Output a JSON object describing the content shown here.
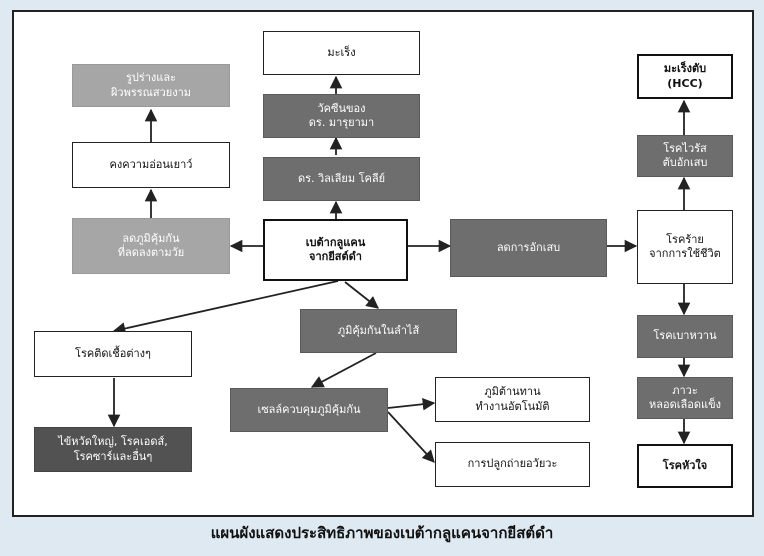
{
  "nodes": {
    "center": "เบต้ากลูแคน\nจากยีสต์ดำ",
    "reduce_inflammation": "ลดการอักเสบ",
    "vitiligo_skin": "ลดภูมิคุ้มกัน\nที่ลดลงตามวัย",
    "youthful": "คงความอ่อนเยาว์",
    "smooth_skin": "รูปร่างและ\nผิวพรรณสวยงาม",
    "dr_william": "ดร. วิลเลียม โคลีย์",
    "vaccine": "วัคซีนของ\nดร. มารุยามา",
    "cancer": "มะเร็ง",
    "gut_immunity": "ภูมิคุ้มกันในลำไส้",
    "infection": "โรคติดเชื้อต่างๆ",
    "infection_examples": "ไข้หวัดใหญ่, โรคเอดส์,\nโรคซาร์และอื่นๆ",
    "immune_cells": "เซลล์ควบคุมภูมิคุ้มกัน",
    "autoimmune": "ภูมิต้านทาน\nทำงานอัตโนมัติ",
    "transplant": "การปลูกถ่ายอวัยวะ",
    "chronic": "โรคร้าย\nจากการใช้ชีวิต",
    "viral_hepatitis": "โรคไวรัส\nตับอักเสบ",
    "liver_cancer": "มะเร็งตับ\n(HCC)",
    "diabetes": "โรคเบาหวาน",
    "arteriosclerosis": "ภาวะ\nหลอดเลือดแข็ง",
    "heart": "โรคหัวใจ"
  },
  "caption": "แผนผังแสดงประสิทธิภาพของเบต้ากลูแคนจากยีสต์ดำ",
  "colors": {
    "dark_box": "#6e6e6e",
    "light_box": "#a6a6a6",
    "darker_box": "#525252",
    "line": "#222222",
    "background": "#dfe9f2"
  }
}
